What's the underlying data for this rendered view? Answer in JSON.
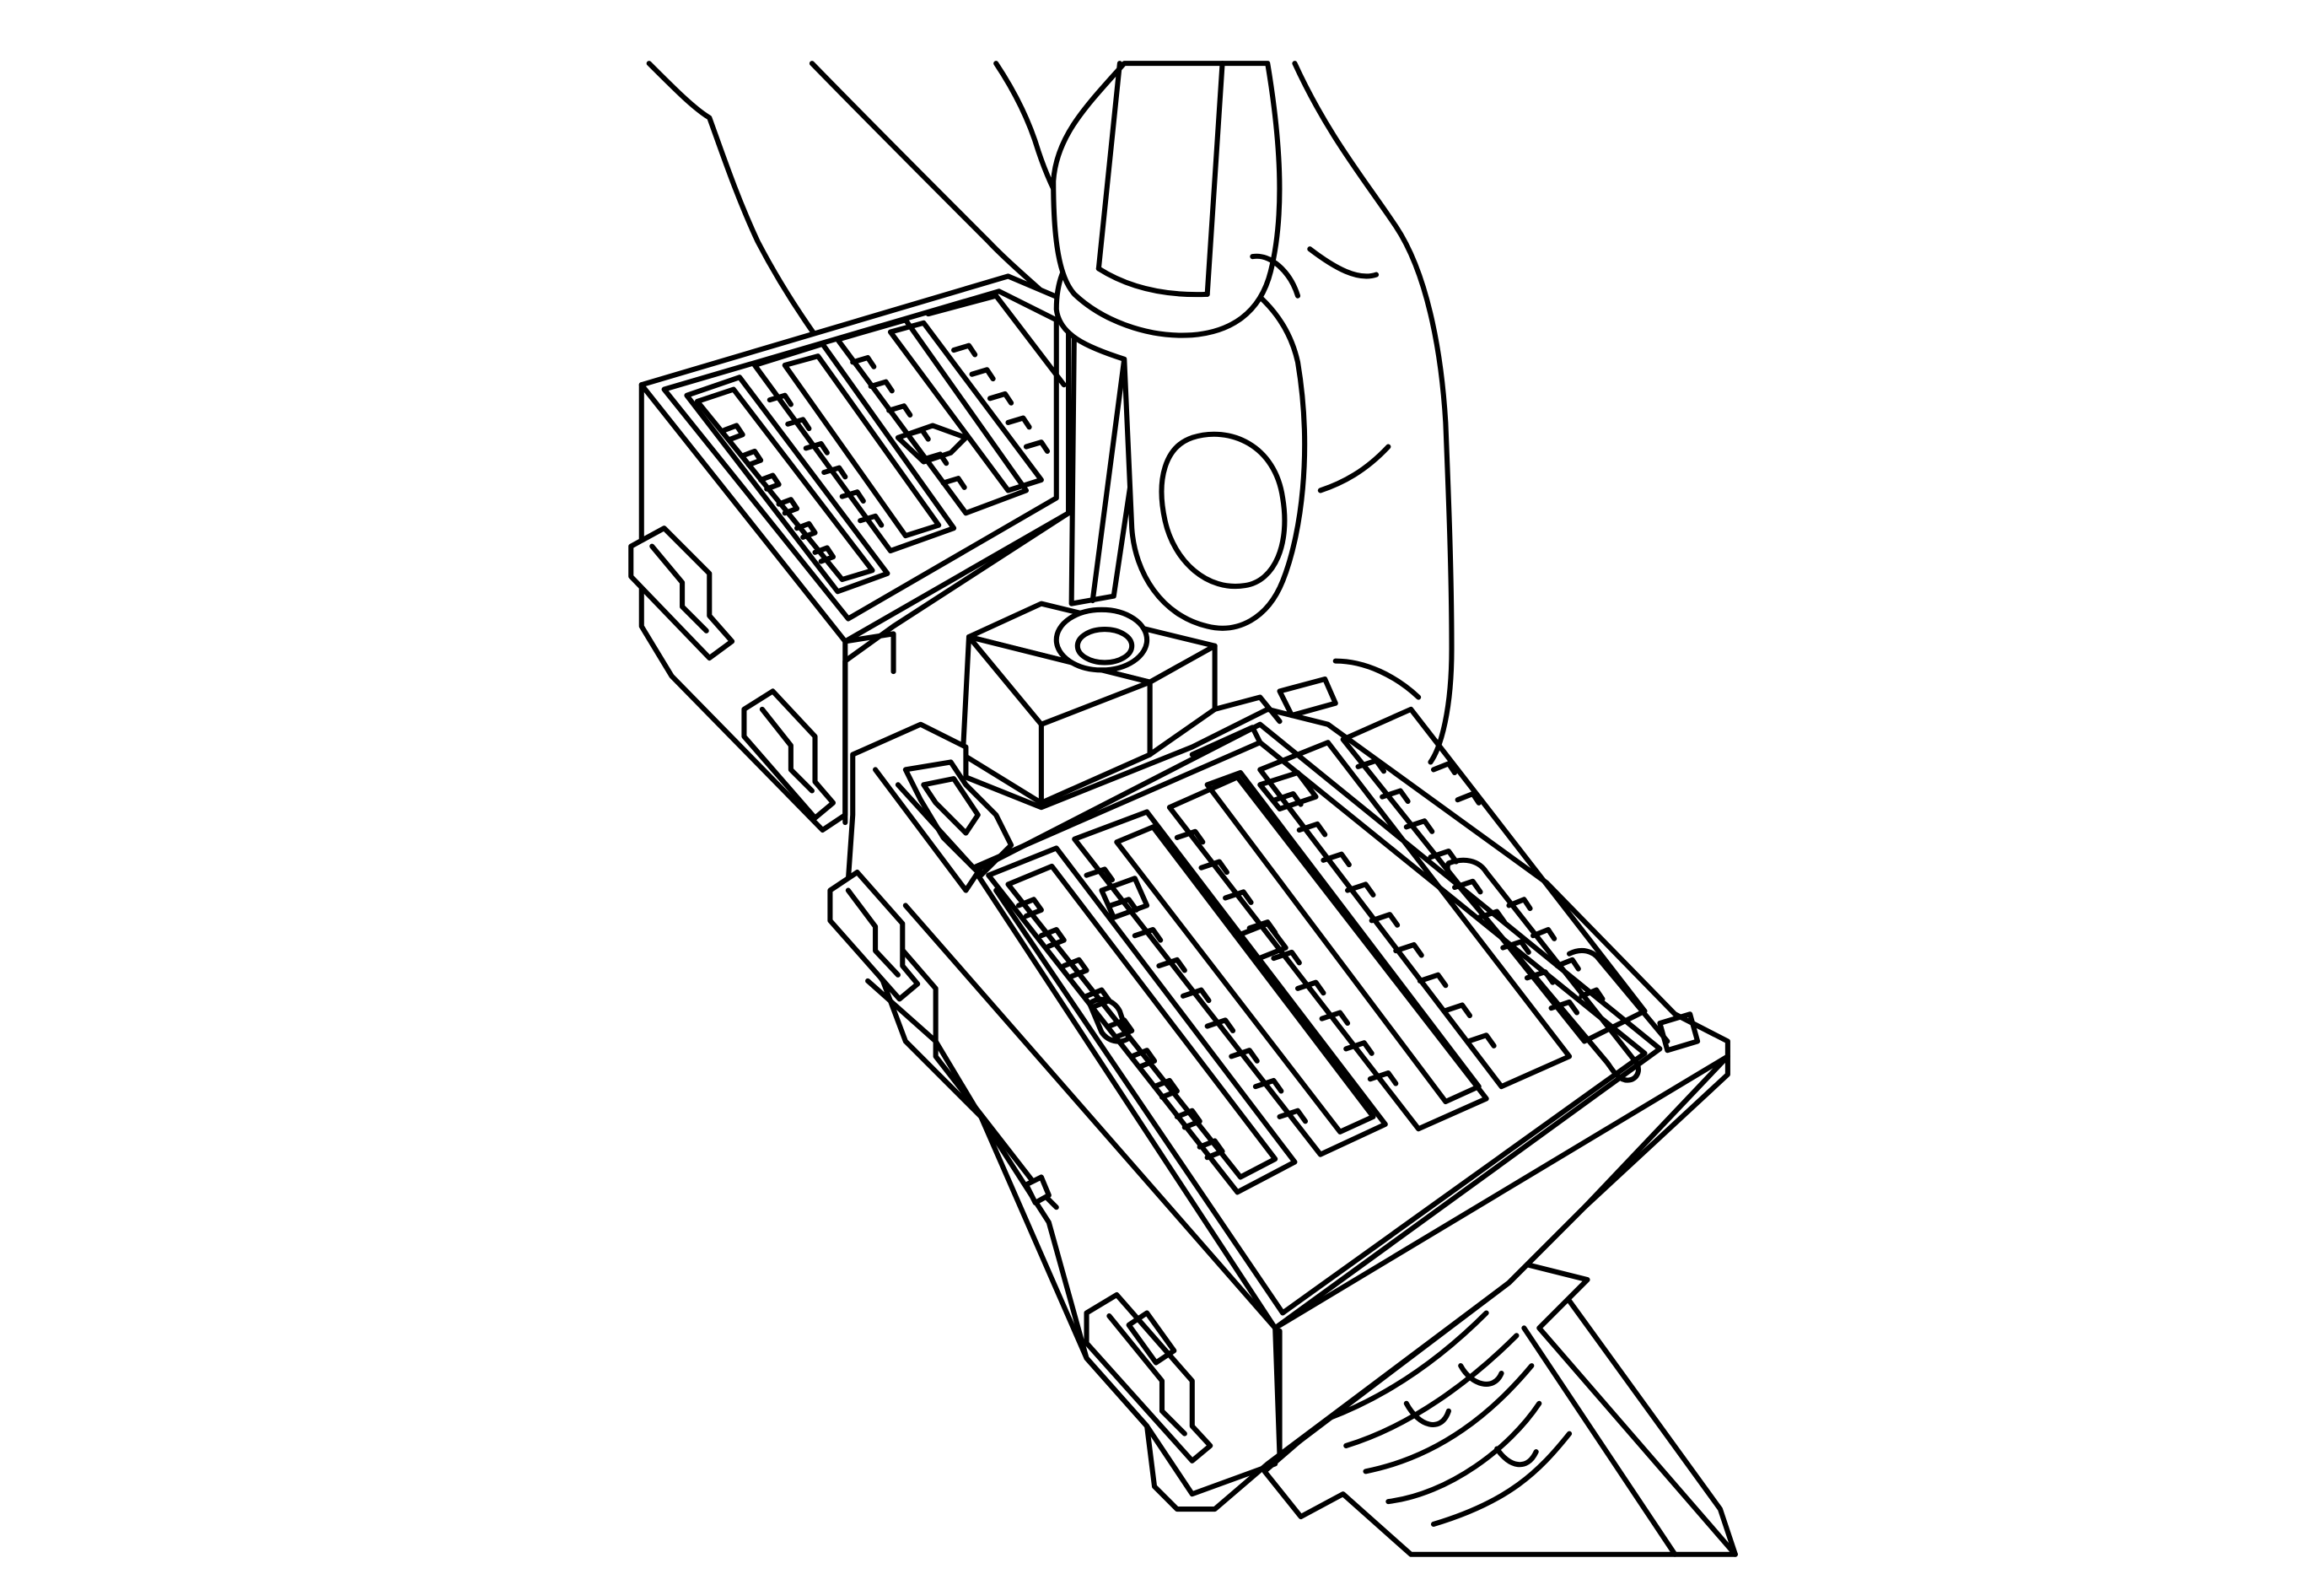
{
  "colors": {
    "background": "#ffffff",
    "line": "#000000"
  },
  "parts": [
    "hand",
    "screwdriver",
    "rear-connector-block",
    "front-connector-block",
    "terminal-lock-cap",
    "wire-harness"
  ]
}
